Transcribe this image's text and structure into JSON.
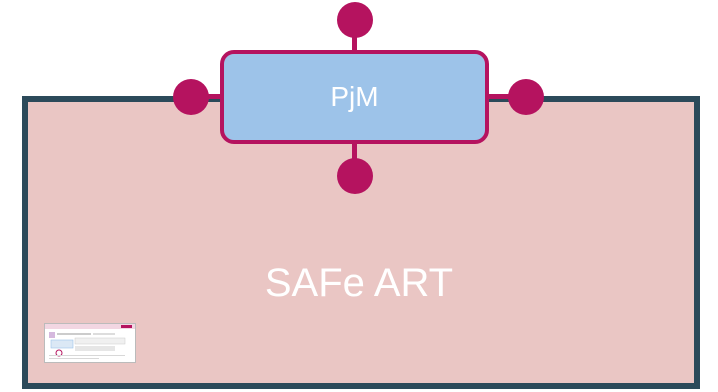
{
  "diagram": {
    "container": {
      "label": "SAFe ART",
      "fill": "#eac6c4",
      "border": "#2c4a5a"
    },
    "role": {
      "label": "PjM",
      "fill": "#9dc3e9",
      "border": "#b5135f"
    },
    "connector_color": "#b5135f",
    "thumbnail": {
      "kind": "slide-thumbnail"
    }
  }
}
